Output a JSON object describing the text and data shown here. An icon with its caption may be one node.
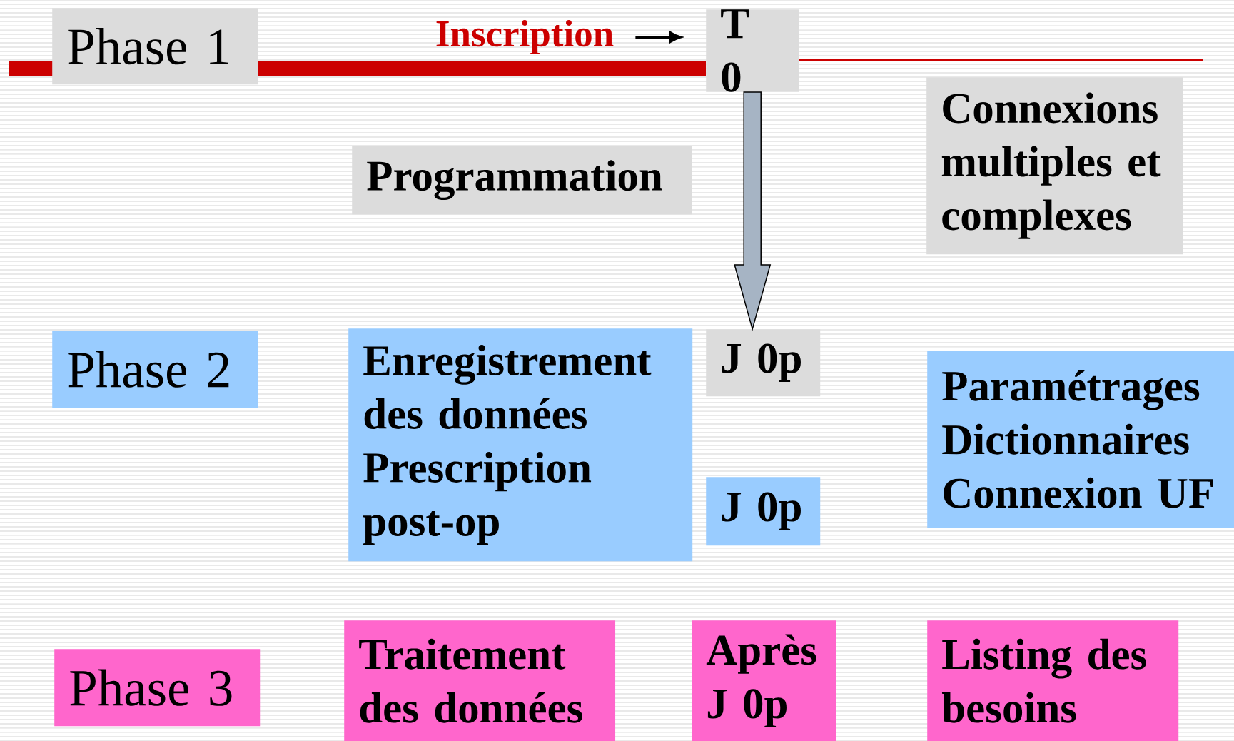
{
  "diagram": {
    "nodes": [
      {
        "text": [
          "Phase 1"
        ]
      },
      {
        "text": [
          "Inscription"
        ]
      },
      {
        "text": [
          "T 0"
        ]
      },
      {
        "text": [
          "Connexions multiples et complexes"
        ]
      },
      {
        "text": [
          "Programmation"
        ]
      },
      {
        "text": [
          "Phase 2"
        ]
      },
      {
        "text": [
          "Enregistrement des données",
          "Prescription post-op"
        ]
      },
      {
        "text": [
          "J 0p"
        ]
      },
      {
        "text": [
          "J 0p"
        ]
      },
      {
        "text": [
          "Paramétrages",
          "Dictionnaires",
          "Connexion UF"
        ]
      },
      {
        "text": [
          "Phase 3"
        ]
      },
      {
        "text": [
          "Traitement des données"
        ]
      },
      {
        "text": [
          "Après J 0p"
        ]
      },
      {
        "text": [
          "Listing des besoins"
        ]
      }
    ],
    "edges": [
      {
        "from": 1,
        "to": 2,
        "arrow": "to"
      },
      {
        "from": 2,
        "to": 7,
        "arrow": "to",
        "style": "thick",
        "color": "#a6b4c4"
      }
    ]
  }
}
